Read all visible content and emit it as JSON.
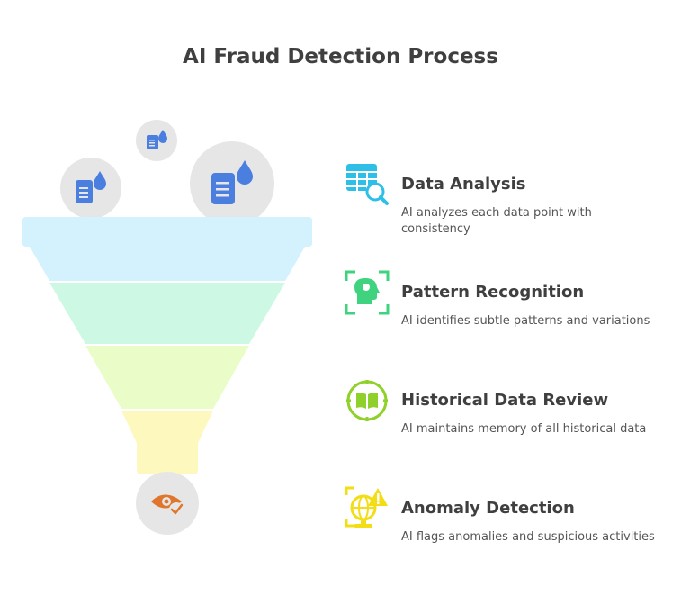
{
  "title": "AI Fraud Detection Process",
  "colors": {
    "layer1": "#d3f2fd",
    "layer2": "#cdf9e4",
    "layer3": "#eafdc8",
    "layer4": "#fdf8bd",
    "circle": "#e6e6e6",
    "doc_icon": "#4a7fe0",
    "output_icon": "#e0762d"
  },
  "funnel": {
    "top_icons": [
      "document-drop-icon",
      "document-drop-icon",
      "document-drop-icon"
    ],
    "output_icon": "eye-check-icon"
  },
  "steps": [
    {
      "title": "Data Analysis",
      "description": "AI analyzes each data point with consistency",
      "icon": "table-search-icon",
      "color": "#2ebfe8"
    },
    {
      "title": "Pattern Recognition",
      "description": "AI identifies subtle patterns and variations",
      "icon": "head-scan-icon",
      "color": "#3fd37f"
    },
    {
      "title": "Historical Data Review",
      "description": "AI maintains memory of all historical data",
      "icon": "book-clock-icon",
      "color": "#8fd12a"
    },
    {
      "title": "Anomaly Detection",
      "description": "AI flags anomalies and suspicious activities",
      "icon": "globe-alert-icon",
      "color": "#f3dd14"
    }
  ]
}
